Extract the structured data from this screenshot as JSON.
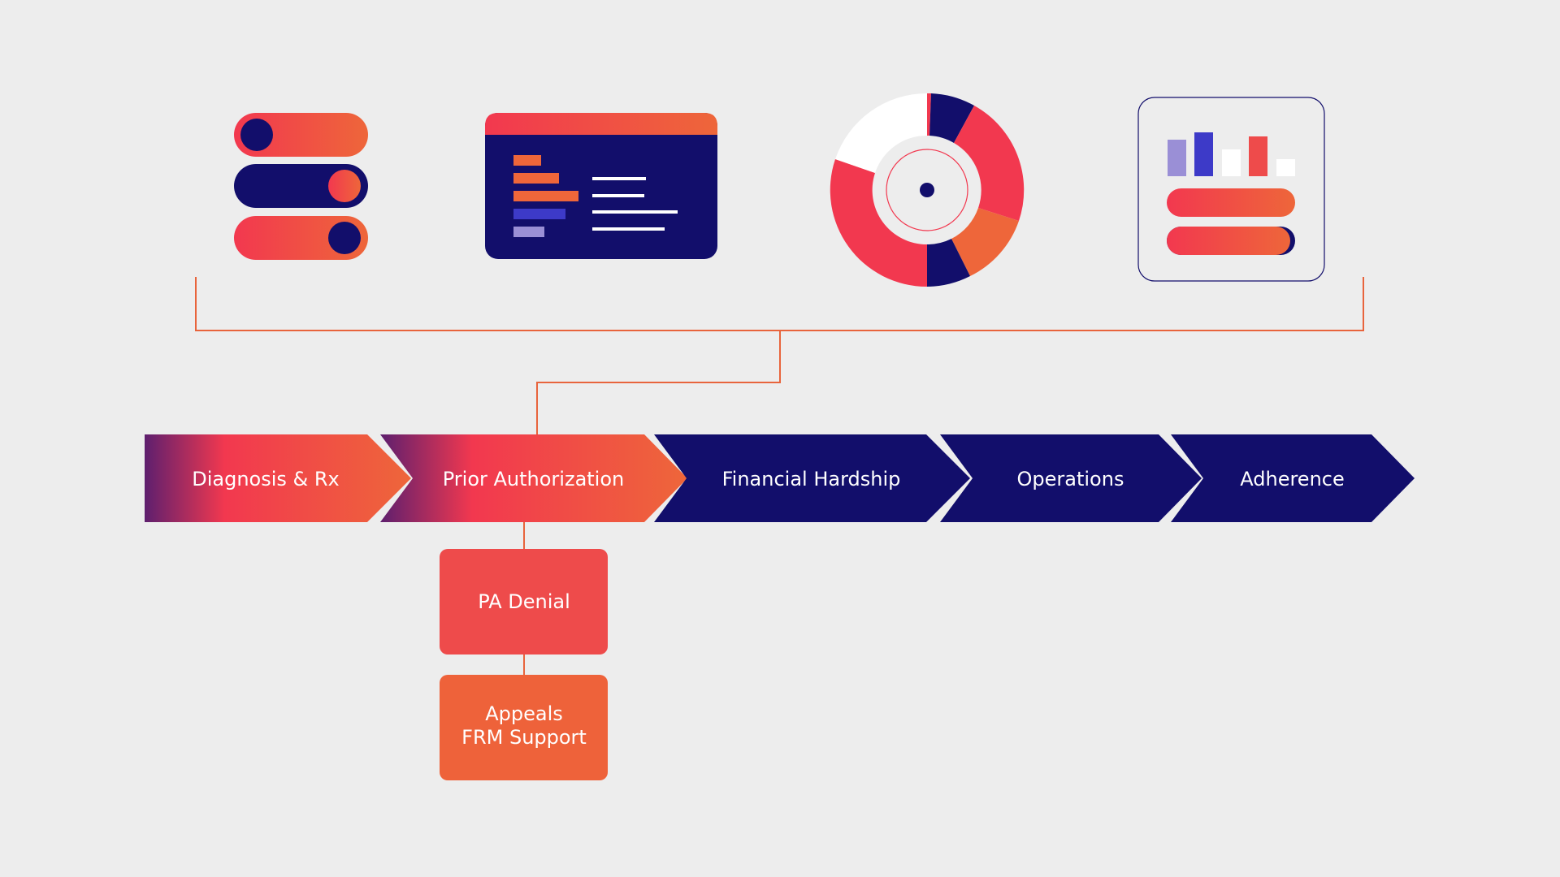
{
  "icons": [
    {
      "name": "toggle-switches-icon"
    },
    {
      "name": "dashboard-panel-icon"
    },
    {
      "name": "donut-chart-icon"
    },
    {
      "name": "bar-chart-card-icon"
    }
  ],
  "stages": [
    {
      "label": "Diagnosis & Rx",
      "state": "active"
    },
    {
      "label": "Prior Authorization",
      "state": "active"
    },
    {
      "label": "Financial Hardship",
      "state": "inactive"
    },
    {
      "label": "Operations",
      "state": "inactive"
    },
    {
      "label": "Adherence",
      "state": "inactive"
    }
  ],
  "sub_steps": [
    {
      "lines": [
        "PA Denial"
      ],
      "color": "#ee4b4b"
    },
    {
      "lines": [
        "Appeals",
        "FRM Support"
      ],
      "color": "#ee623a"
    }
  ],
  "colors": {
    "background": "#ededed",
    "navy": "#120e6b",
    "red": "#f2384f",
    "orange": "#ee663a",
    "purple": "#6a2270",
    "connector": "#e8643c",
    "blue": "#3d3ac8",
    "lavender": "#9a8fd6"
  }
}
